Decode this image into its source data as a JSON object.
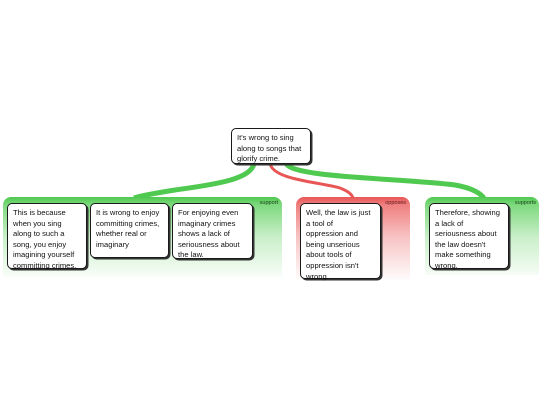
{
  "root": {
    "text": "It's wrong to sing\nalong to songs that\nglorify crime."
  },
  "groups": [
    {
      "kind": "support",
      "tag": "support",
      "cards": [
        {
          "text": "This is because\nwhen you sing\nalong to such a\nsong, you enjoy\nimagining yourself\ncommitting crimes."
        },
        {
          "text": "It is wrong to enjoy\ncommitting crimes,\nwhether real or\nimaginary"
        },
        {
          "text": "For enjoying even\nimaginary crimes\nshows a lack of\nseriousness about\nthe law."
        }
      ]
    },
    {
      "kind": "oppose",
      "tag": "opposes",
      "cards": [
        {
          "text": "Well, the law is just\na tool of\noppression and\nbeing unserious\nabout tools of\noppression isn't\nwrong."
        }
      ]
    },
    {
      "kind": "support",
      "tag": "supports",
      "cards": [
        {
          "text": "Therefore, showing\na lack of\nseriousness about\nthe law doesn't\nmake something\nwrong."
        }
      ]
    }
  ],
  "colors": {
    "support": "#4fc94f",
    "oppose": "#e85656"
  }
}
